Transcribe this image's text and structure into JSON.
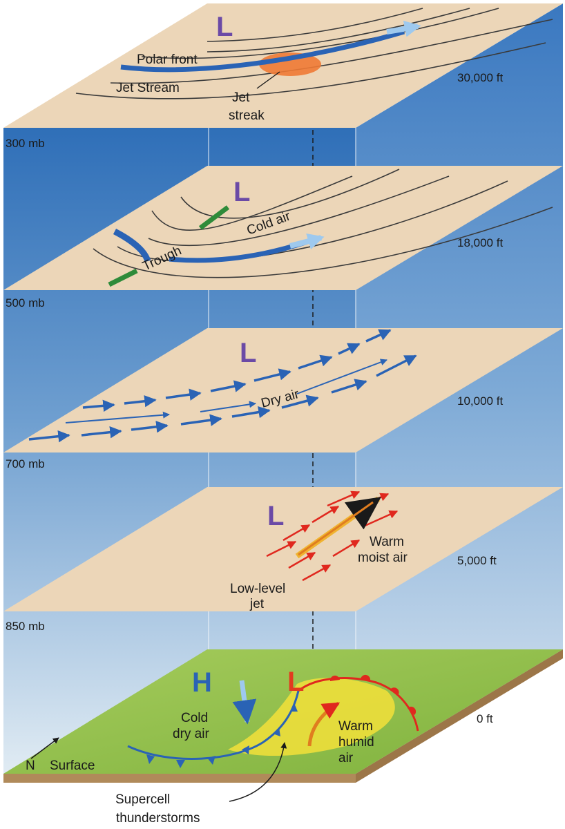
{
  "colors": {
    "sky_top": "#2f6fb8",
    "sky_bottom": "#e3edf4",
    "plane": "#ecd6b8",
    "ground": "#8fbf4a",
    "low_letter": "#6b4aa6",
    "surface_low": "#e23b1f",
    "high_letter": "#2a63b5",
    "flow_arrow": "#2a63b5",
    "warm_arrow": "#e0281e",
    "jet_streak": "#f07a35",
    "trough_line": "#2e8b3a"
  },
  "levels": [
    {
      "key": "upper",
      "altitude": "30,000 ft",
      "low": "L",
      "labels": {
        "polar_front": "Polar front",
        "jet_stream": "Jet Stream",
        "jet_streak_line1": "Jet",
        "jet_streak_line2": "streak"
      }
    },
    {
      "key": "mid_upper",
      "pressure": "300 mb",
      "altitude": "18,000 ft",
      "low": "L",
      "labels": {
        "cold_air": "Cold air",
        "trough": "Trough"
      }
    },
    {
      "key": "mid",
      "pressure": "500 mb",
      "altitude": "10,000 ft",
      "low": "L",
      "labels": {
        "dry_air": "Dry air"
      }
    },
    {
      "key": "lower",
      "pressure": "700 mb",
      "altitude": "5,000 ft",
      "low": "L",
      "labels": {
        "warm_moist_line1": "Warm",
        "warm_moist_line2": "moist air",
        "llj_line1": "Low-level",
        "llj_line2": "jet"
      }
    },
    {
      "key": "surface",
      "pressure": "850 mb",
      "altitude": "0 ft",
      "low": "L",
      "high": "H",
      "labels": {
        "cold_dry_line1": "Cold",
        "cold_dry_line2": "dry air",
        "warm_humid_line1": "Warm",
        "warm_humid_line2": "humid",
        "warm_humid_line3": "air",
        "north": "N",
        "surface": "Surface",
        "supercell_line1": "Supercell",
        "supercell_line2": "thunderstorms"
      }
    }
  ]
}
